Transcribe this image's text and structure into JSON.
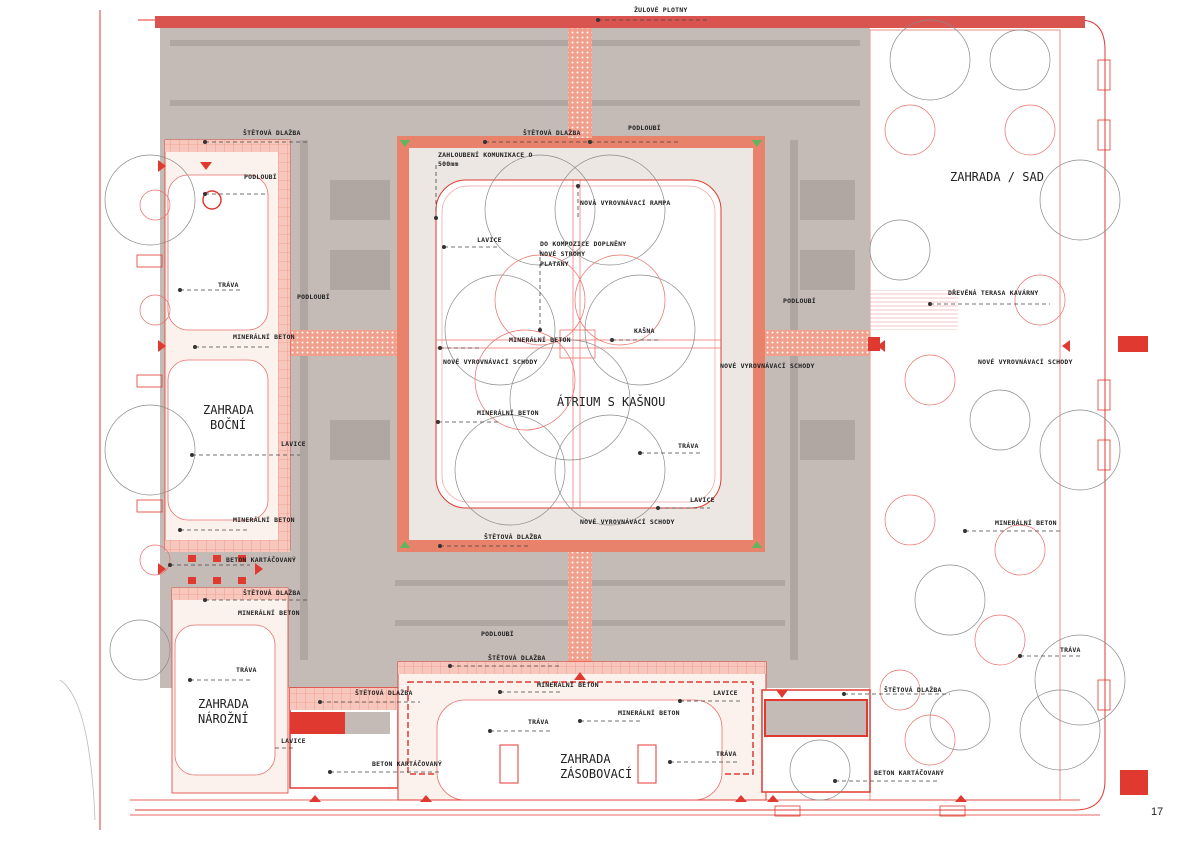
{
  "colors": {
    "building": "#c4bbb7",
    "paving": "#e8826a",
    "accent": "#e03a30",
    "courtyard": "#ece7e3",
    "garden": "#fbf2ee",
    "tree_gray": "#8a8a8a",
    "tree_red": "#e8706a"
  },
  "labels": {
    "zulove_plotny": "ŽULOVÉ PLOTNY",
    "stetova_1": "ŠTĚTOVÁ DLAŽBA",
    "stetova_2": "ŠTĚTOVÁ DLAŽBA",
    "podloubi_1": "PODLOUBÍ",
    "zahloubeni_1": "ZAHLOUBENÍ KOMUNIKACE O",
    "zahloubeni_2": "500mm",
    "podloubi_2": "PODLOUBÍ",
    "rampa": "NOVÁ VYROVNÁVACÍ RAMPA",
    "lavice_1": "LAVICE",
    "kompozice_1": "DO KOMPOZICE DOPLNĚNY",
    "kompozice_2": "NOVÉ STROMY",
    "kompozice_3": "PLATANY",
    "trava_1": "TRÁVA",
    "podloubi_3": "PODLOUBÍ",
    "podloubi_4": "PODLOUBÍ",
    "terasa": "DŘEVĚNÁ TERASA KAVÁRNY",
    "mineralni_1": "MINERÁLNÍ BETON",
    "mineralni_2": "MINERÁLNÍ BETON",
    "kasna": "KAŠNA",
    "schody_1": "NOVÉ VYROVNÁVACÍ SCHODY",
    "schody_2": "NOVÉ VYROVNÁVACÍ SCHODY",
    "schody_3": "NOVÉ VYROVNÁVACÍ SCHODY",
    "atrium": "ÁTRIUM S KAŠNOU",
    "bocni_1": "ZAHRADA",
    "bocni_2": "BOČNÍ",
    "mineralni_3": "MINERÁLNÍ BETON",
    "lavice_2": "LAVICE",
    "trava_2": "TRÁVA",
    "lavice_3": "LAVICE",
    "schody_4": "NOVÉ VYROVNÁVACÍ SCHODY",
    "mineralni_4": "MINERÁLNÍ BETON",
    "mineralni_5": "MINERÁLNÍ BETON",
    "stetova_3": "ŠTĚTOVÁ DLAŽBA",
    "kartacovany_1": "BETON KARTÁČOVANÝ",
    "stetova_4": "ŠTĚTOVÁ DLAŽBA",
    "mineralni_6": "MINERÁLNÍ BETON",
    "podloubi_5": "PODLOUBÍ",
    "trava_3": "TRÁVA",
    "stetova_5": "ŠTĚTOVÁ DLAŽBA",
    "mineralni_7": "MINERÁLNÍ BETON",
    "trava_4": "TRÁVA",
    "narozni_1": "ZAHRADA",
    "narozni_2": "NÁROŽNÍ",
    "stetova_6": "ŠTĚTOVÁ DLAŽBA",
    "lavice_4": "LAVICE",
    "stetova_7": "ŠTĚTOVÁ DLAŽBA",
    "mineralni_8": "MINERÁLNÍ BETON",
    "trava_5": "TRÁVA",
    "lavice_5": "LAVICE",
    "trava_6": "TRÁVA",
    "zasobovaci_1": "ZAHRADA",
    "zasobovaci_2": "ZÁSOBOVACÍ",
    "kartacovany_2": "BETON KARTÁČOVANÝ",
    "kartacovany_3": "BETON KARTÁČOVANÝ",
    "sad": "ZAHRADA / SAD"
  },
  "page_number": "17"
}
